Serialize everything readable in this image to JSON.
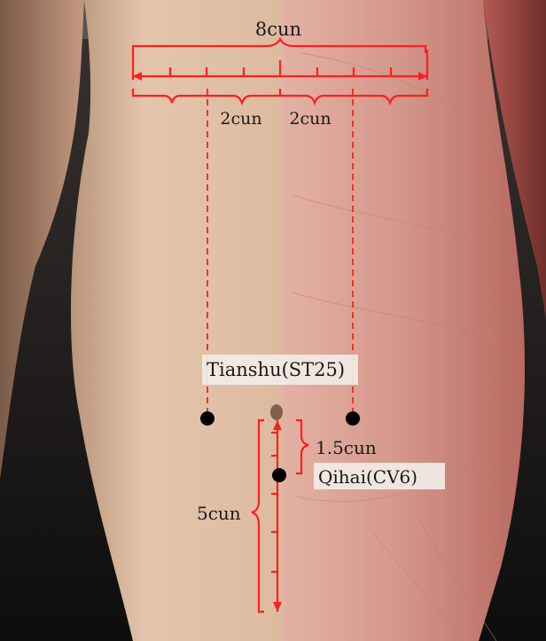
{
  "colors": {
    "marker": "#ff1f1f",
    "point": "#000000",
    "skin": "#d9b69a",
    "muscle": "#c8746c",
    "background": "#141414",
    "label_bg": "#f2ece6"
  },
  "measurements": {
    "width_total": "8cun",
    "left_offset": "2cun",
    "right_offset": "2cun",
    "upper_vertical": "1.5cun",
    "lower_vertical": "5cun"
  },
  "acupoints": {
    "tianshu": "Tianshu(ST25)",
    "qihai": "Qihai(CV6)"
  }
}
